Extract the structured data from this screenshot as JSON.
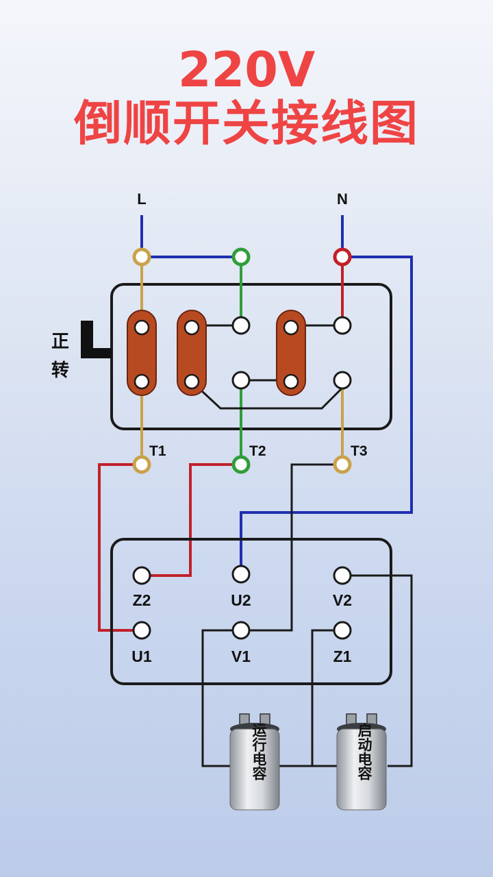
{
  "title": {
    "line1": "220V",
    "line2": "倒顺开关接线图"
  },
  "power": {
    "l_label": "L",
    "n_label": "N"
  },
  "switch": {
    "direction_top": "正",
    "direction_bottom": "转"
  },
  "switch_terminals": {
    "t1": "T1",
    "t2": "T2",
    "t3": "T3"
  },
  "motor_terminals": {
    "z2": "Z2",
    "u2": "U2",
    "v2": "V2",
    "u1": "U1",
    "v1": "V1",
    "z1": "Z1"
  },
  "capacitors": {
    "run": {
      "label": "运行电容"
    },
    "start": {
      "label": "启动电容"
    }
  },
  "colors": {
    "title": "#ef4444",
    "wire_blue": "#1f2fb0",
    "wire_red": "#c0202a",
    "wire_green": "#2f9e3a",
    "wire_yellow": "#c9a24a",
    "contact_bar": "#b84a22"
  }
}
